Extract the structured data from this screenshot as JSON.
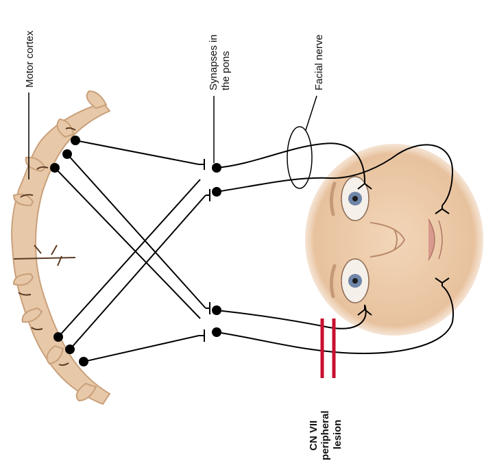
{
  "labels": {
    "motor_cortex": "Motor cortex",
    "synapses_line1": "Synapses in",
    "synapses_line2": "the pons",
    "facial_nerve": "Facial nerve",
    "lesion_line1": "CN VII",
    "lesion_line2": "peripheral",
    "lesion_line3": "lesion"
  },
  "colors": {
    "cortex": "#e7c8a8",
    "cortex_edge": "#c9a07a",
    "skin": "#efcfae",
    "lesion": "#c8102e",
    "line": "#000000"
  }
}
